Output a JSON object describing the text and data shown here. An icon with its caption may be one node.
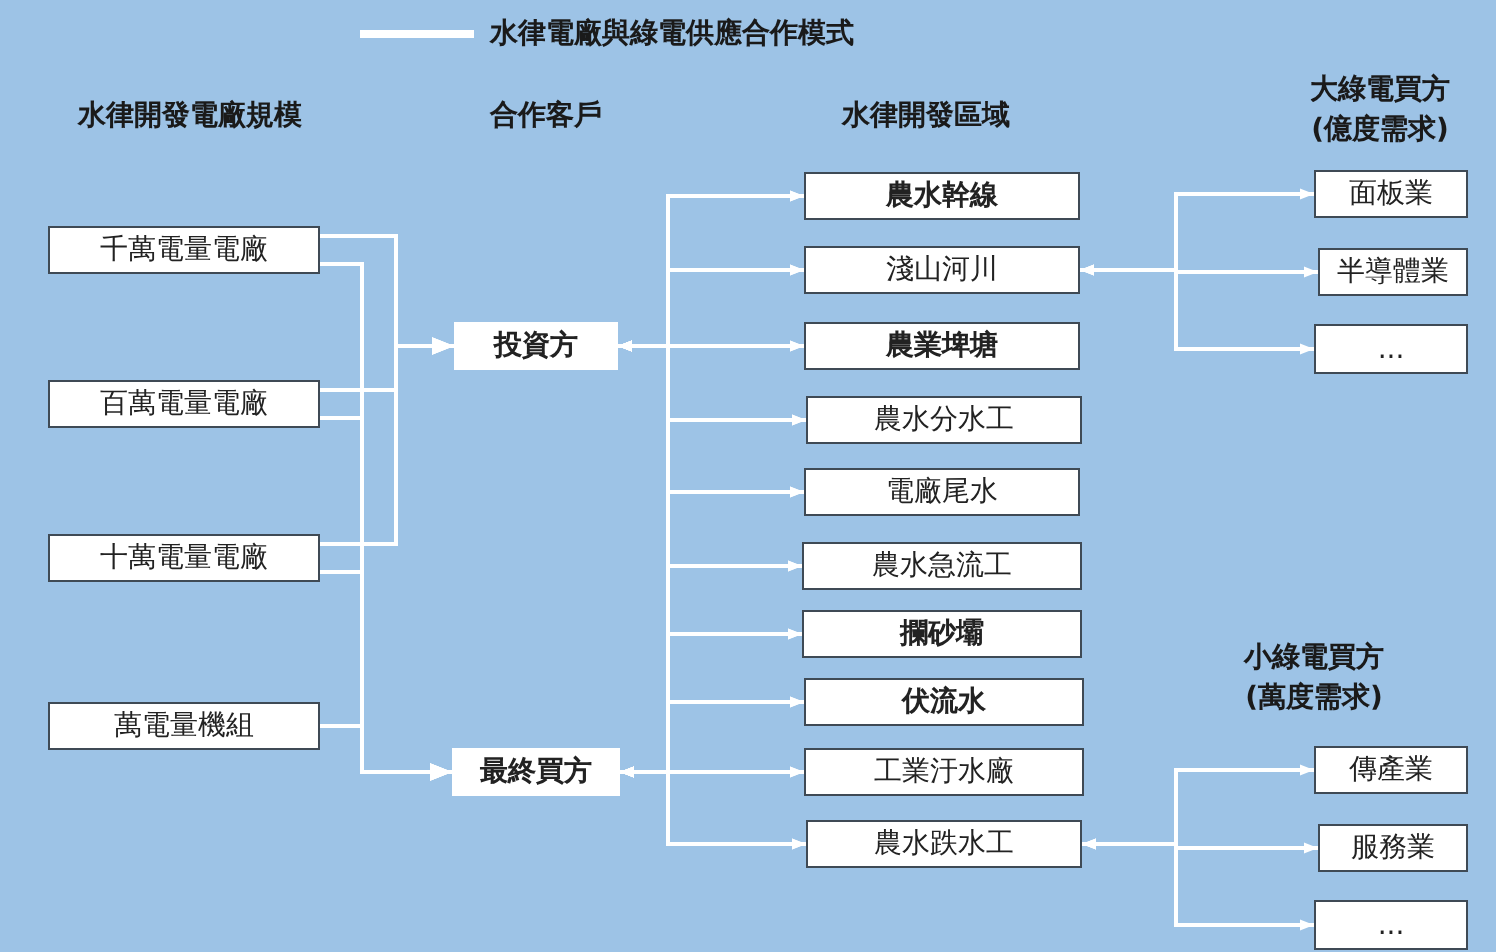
{
  "diagram": {
    "nodes": [
      {
        "text": [
          "千萬電量電廠"
        ]
      },
      {
        "text": [
          "百萬電量電廠"
        ]
      },
      {
        "text": [
          "十萬電量電廠"
        ]
      },
      {
        "text": [
          "萬電量機組"
        ]
      },
      {
        "text": [
          "投資方"
        ]
      },
      {
        "text": [
          "最終買方"
        ]
      },
      {
        "text": [
          "農水幹線"
        ]
      },
      {
        "text": [
          "淺山河川"
        ]
      },
      {
        "text": [
          "農業埤塘"
        ]
      },
      {
        "text": [
          "農水分水工"
        ]
      },
      {
        "text": [
          "電廠尾水"
        ]
      },
      {
        "text": [
          "農水急流工"
        ]
      },
      {
        "text": [
          "攔砂壩"
        ]
      },
      {
        "text": [
          "伏流水"
        ]
      },
      {
        "text": [
          "工業汙水廠"
        ]
      },
      {
        "text": [
          "農水跌水工"
        ]
      },
      {
        "text": [
          "面板業"
        ]
      },
      {
        "text": [
          "半導體業"
        ]
      },
      {
        "text": [
          "..."
        ]
      },
      {
        "text": [
          "傳產業"
        ]
      },
      {
        "text": [
          "服務業"
        ]
      },
      {
        "text": [
          "..."
        ]
      }
    ],
    "edges": [
      {
        "from": 0,
        "to": 4,
        "arrow": "to"
      },
      {
        "from": 0,
        "to": 5,
        "arrow": "to"
      },
      {
        "from": 1,
        "to": 4,
        "arrow": "to"
      },
      {
        "from": 1,
        "to": 5,
        "arrow": "to"
      },
      {
        "from": 2,
        "to": 4,
        "arrow": "to"
      },
      {
        "from": 2,
        "to": 5,
        "arrow": "to"
      },
      {
        "from": 3,
        "to": 5,
        "arrow": "to"
      },
      {
        "from": 4,
        "to": 6,
        "arrow": "both"
      },
      {
        "from": 4,
        "to": 7,
        "arrow": "both"
      },
      {
        "from": 4,
        "to": 8,
        "arrow": "both"
      },
      {
        "from": 4,
        "to": 9,
        "arrow": "both"
      },
      {
        "from": 4,
        "to": 10,
        "arrow": "both"
      },
      {
        "from": 4,
        "to": 11,
        "arrow": "both"
      },
      {
        "from": 4,
        "to": 12,
        "arrow": "both"
      },
      {
        "from": 4,
        "to": 13,
        "arrow": "both"
      },
      {
        "from": 4,
        "to": 14,
        "arrow": "both"
      },
      {
        "from": 4,
        "to": 15,
        "arrow": "both"
      },
      {
        "from": 5,
        "to": 6,
        "arrow": "both"
      },
      {
        "from": 5,
        "to": 7,
        "arrow": "both"
      },
      {
        "from": 5,
        "to": 8,
        "arrow": "both"
      },
      {
        "from": 5,
        "to": 9,
        "arrow": "both"
      },
      {
        "from": 5,
        "to": 10,
        "arrow": "both"
      },
      {
        "from": 5,
        "to": 11,
        "arrow": "both"
      },
      {
        "from": 5,
        "to": 12,
        "arrow": "both"
      },
      {
        "from": 5,
        "to": 13,
        "arrow": "both"
      },
      {
        "from": 5,
        "to": 14,
        "arrow": "both"
      },
      {
        "from": 5,
        "to": 15,
        "arrow": "both"
      },
      {
        "from": 7,
        "to": 16,
        "arrow": "both"
      },
      {
        "from": 7,
        "to": 17,
        "arrow": "both"
      },
      {
        "from": 7,
        "to": 18,
        "arrow": "both"
      },
      {
        "from": 15,
        "to": 19,
        "arrow": "both"
      },
      {
        "from": 15,
        "to": 20,
        "arrow": "both"
      },
      {
        "from": 15,
        "to": 21,
        "arrow": "both"
      }
    ],
    "labels": [
      "水律開發電廠規模",
      "合作客戶",
      "水律開發區域",
      "大綠電買方 (億度需求)",
      "小綠電買方 (萬度需求)"
    ],
    "legend": [
      {
        "text": "水律電廠與綠電供應合作模式"
      }
    ]
  }
}
